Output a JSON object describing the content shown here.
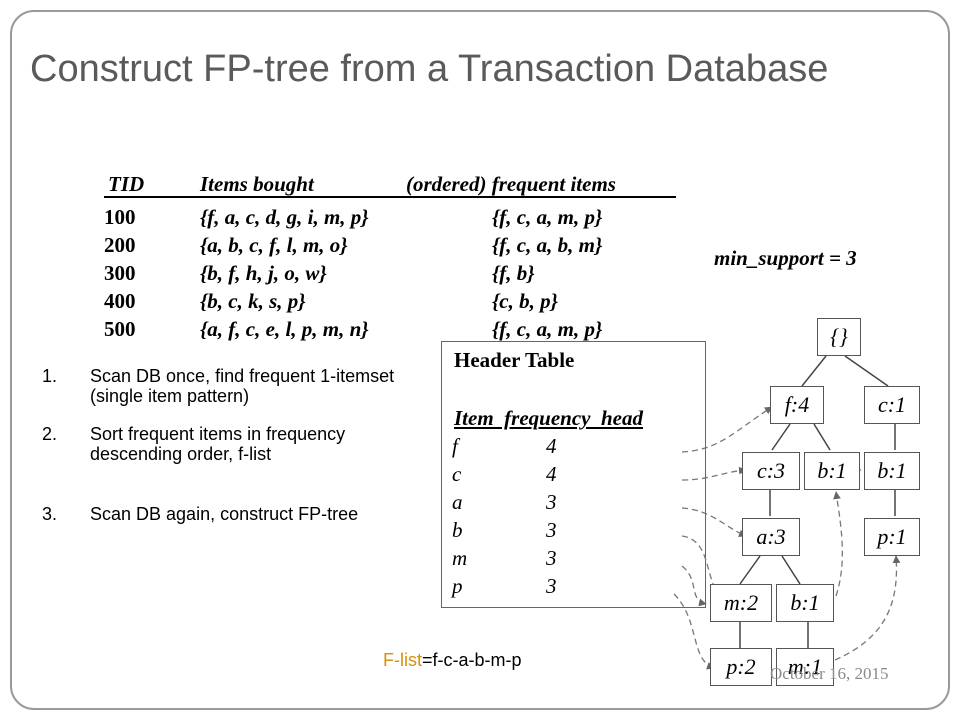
{
  "title": "Construct FP-tree from a Transaction Database",
  "transactions": {
    "headers": [
      "TID",
      "Items bought",
      "(ordered) frequent items"
    ],
    "rows": [
      {
        "tid": "100",
        "items": "{f, a, c, d, g, i, m, p}",
        "ordered": "{f, c, a, m, p}"
      },
      {
        "tid": "200",
        "items": "{a, b, c, f, l, m, o}",
        "ordered": "{f, c, a, b, m}"
      },
      {
        "tid": "300",
        "items": "{b, f, h, j, o, w}",
        "ordered": "{f, b}"
      },
      {
        "tid": "400",
        "items": "{b, c, k, s, p}",
        "ordered": "{c, b, p}"
      },
      {
        "tid": "500",
        "items": "{a, f, c, e, l, p, m, n}",
        "ordered": "{f, c, a, m, p}"
      }
    ]
  },
  "min_support": "min_support = 3",
  "steps": [
    {
      "num": "1.",
      "text": "Scan DB once, find frequent 1-itemset (single item pattern)"
    },
    {
      "num": "2.",
      "text": "Sort frequent items in frequency descending order, f-list"
    },
    {
      "num": "3.",
      "text": "Scan DB again, construct FP-tree"
    }
  ],
  "header_table": {
    "title": "Header Table",
    "columns": "Item  frequency  head",
    "rows": [
      {
        "item": "f",
        "freq": "4"
      },
      {
        "item": "c",
        "freq": "4"
      },
      {
        "item": "a",
        "freq": "3"
      },
      {
        "item": "b",
        "freq": "3"
      },
      {
        "item": "m",
        "freq": "3"
      },
      {
        "item": "p",
        "freq": "3"
      }
    ]
  },
  "tree": {
    "root": "{}",
    "nodes": {
      "f4": "f:4",
      "c1_root": "c:1",
      "c3": "c:3",
      "b1_f": "b:1",
      "b1_c": "b:1",
      "a3": "a:3",
      "p1_b": "p:1",
      "m2": "m:2",
      "b1_a": "b:1",
      "p2": "p:2",
      "m1": "m:1"
    }
  },
  "flist": {
    "label": "F-list",
    "value": "=f-c-a-b-m-p"
  },
  "date": "October 16, 2015"
}
